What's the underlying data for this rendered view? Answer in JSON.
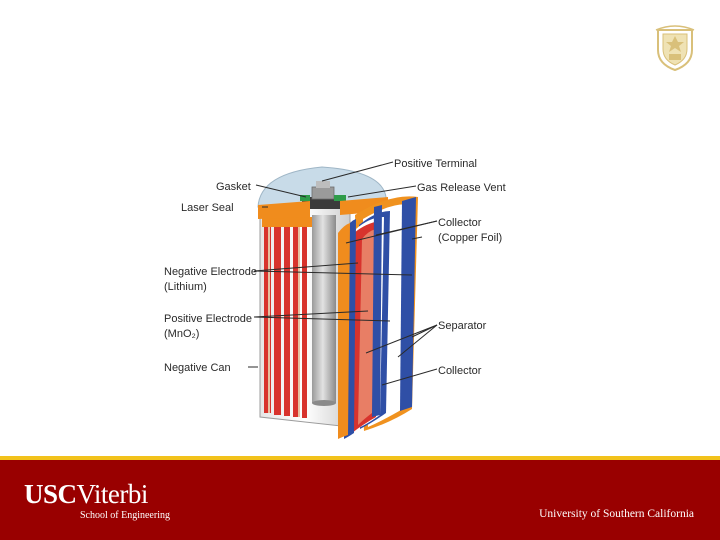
{
  "seal": {
    "icon": "usc-seal-icon",
    "color": "#d9c07a"
  },
  "diagram": {
    "labels": {
      "positive_terminal": "Positive Terminal",
      "gasket": "Gasket",
      "gas_release_vent": "Gas Release Vent",
      "laser_seal": "Laser Seal",
      "collector_top": "Collector",
      "copper_foil": "(Copper Foil)",
      "negative_electrode": "Negative Electrode",
      "lithium": "(Lithium)",
      "positive_electrode": "Positive Electrode",
      "mno2": "(MnO₂)",
      "separator": "Separator",
      "negative_can": "Negative Can",
      "collector_bottom": "Collector"
    }
  },
  "footer": {
    "brand_usc": "USC",
    "brand_viterbi": "Viterbi",
    "school": "School of Engineering",
    "university": "University of Southern California",
    "colors": {
      "cardinal": "#990000",
      "gold": "#f2c21b"
    }
  }
}
